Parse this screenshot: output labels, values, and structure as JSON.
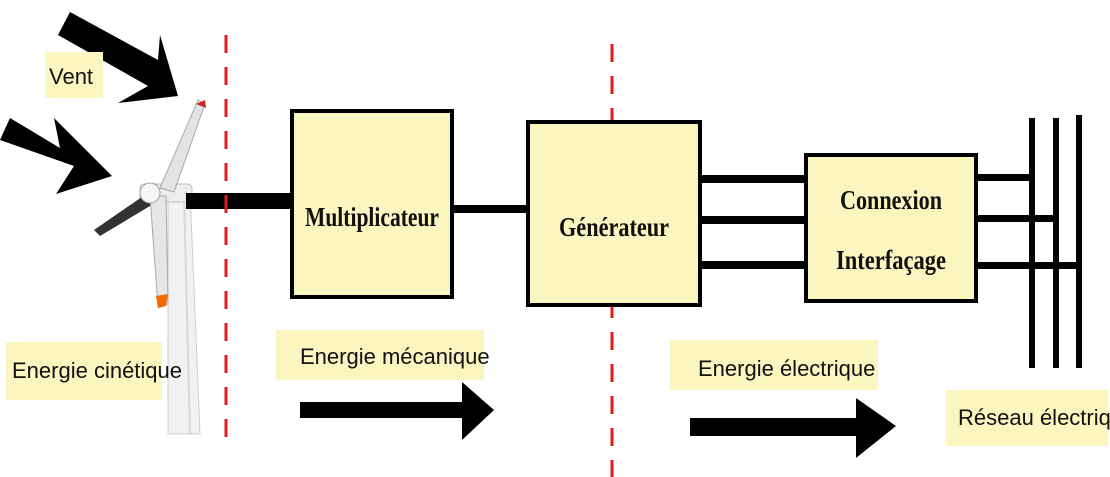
{
  "labels": {
    "vent": "Vent",
    "energie_cinetique": "Energie cinétique",
    "energie_mecanique": "Energie mécanique",
    "energie_electrique": "Energie électrique",
    "reseau_electrique": "Réseau électrique"
  },
  "blocks": {
    "multiplicateur": "Multiplicateur",
    "generateur": "Générateur",
    "connexion_line1": "Connexion",
    "connexion_line2": "Interfaçage"
  },
  "colors": {
    "block_fill": "#fbf6c0",
    "label_bg": "#fbf6c0",
    "stroke": "#000000",
    "dashed_line": "#e01b1b"
  },
  "icons": {
    "wind_turbine": "wind-turbine-icon",
    "wind_arrow": "wind-arrow-icon",
    "energy_arrow": "arrow-right-icon"
  }
}
